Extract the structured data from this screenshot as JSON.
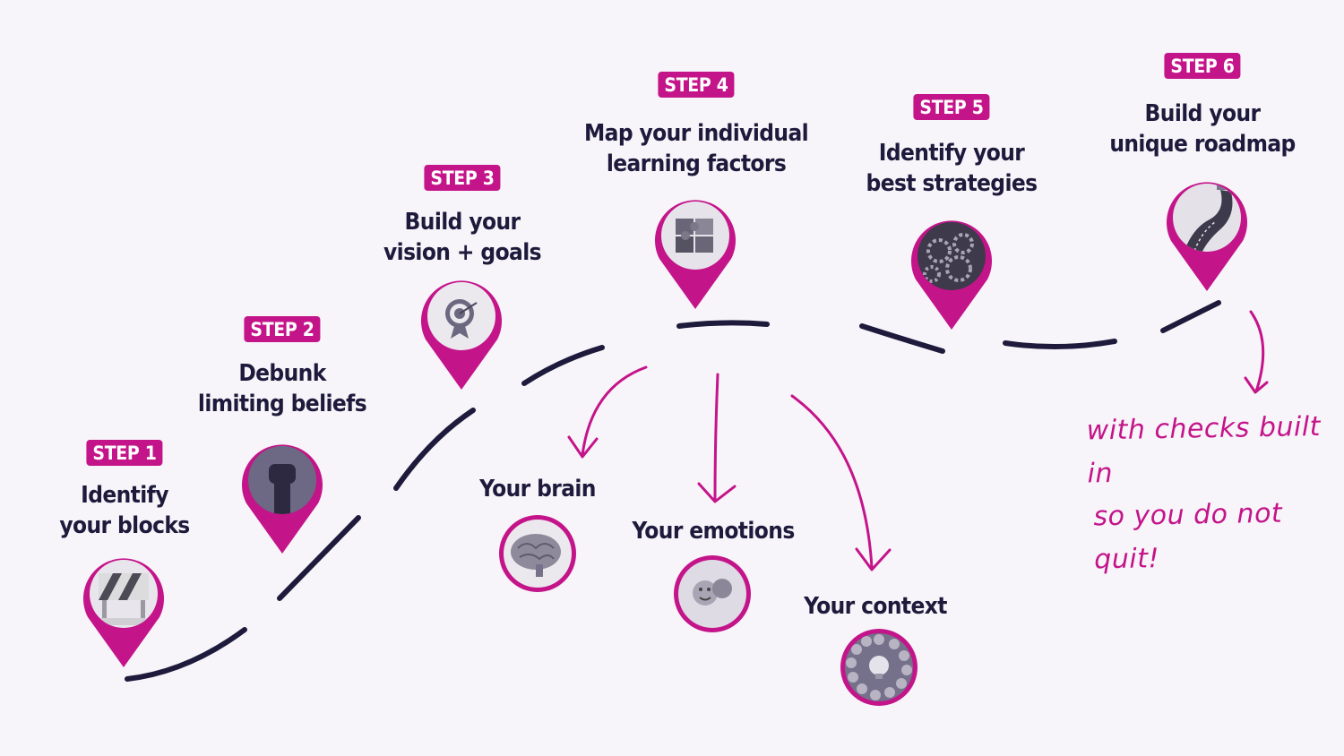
{
  "colors": {
    "accent": "#c4148a",
    "ink": "#1e1a3c",
    "background": "#f7f5f9"
  },
  "steps": [
    {
      "badge": "STEP 1",
      "lines": [
        "Identify",
        "your blocks"
      ],
      "icon": "roadblock-icon"
    },
    {
      "badge": "STEP 2",
      "lines": [
        "Debunk",
        "limiting beliefs"
      ],
      "icon": "raised-fist-icon"
    },
    {
      "badge": "STEP 3",
      "lines": [
        "Build your",
        "vision + goals"
      ],
      "icon": "target-award-icon"
    },
    {
      "badge": "STEP 4",
      "lines": [
        "Map your individual",
        "learning factors"
      ],
      "icon": "puzzle-pieces-icon"
    },
    {
      "badge": "STEP 5",
      "lines": [
        "Identify your",
        "best strategies"
      ],
      "icon": "gears-icon"
    },
    {
      "badge": "STEP 6",
      "lines": [
        "Build your",
        "unique roadmap"
      ],
      "icon": "painted-road-icon"
    }
  ],
  "factors": [
    {
      "label": "Your brain",
      "icon": "brain-icon"
    },
    {
      "label": "Your emotions",
      "icon": "emoji-faces-icon"
    },
    {
      "label": "Your context",
      "icon": "lightbulb-circle-icon"
    }
  ],
  "note": {
    "lines": [
      "with checks built in",
      "so you do not quit!"
    ]
  }
}
